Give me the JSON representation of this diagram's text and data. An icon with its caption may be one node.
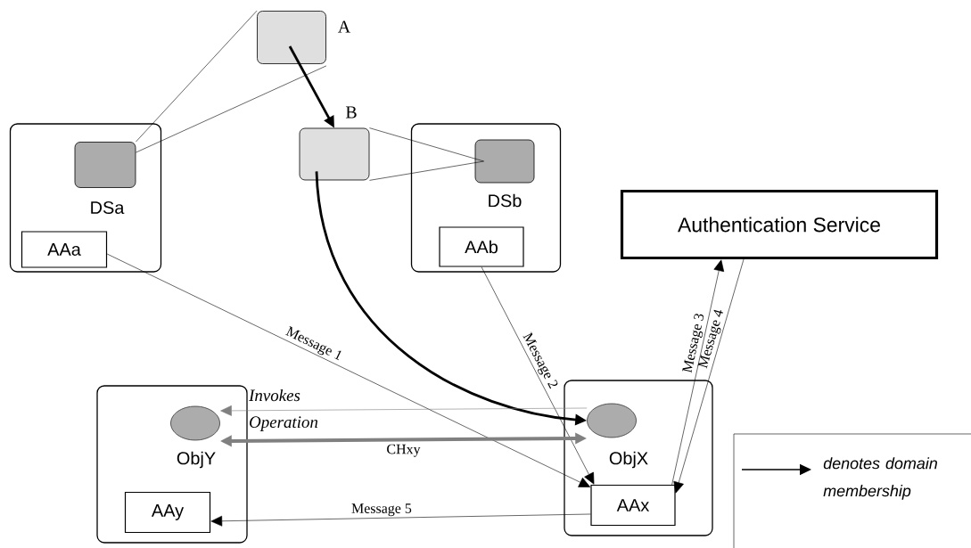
{
  "diagram": {
    "nodes": [
      {
        "text": [
          "A"
        ]
      },
      {
        "text": [
          "B"
        ]
      },
      {
        "text": [],
        "shape": "box"
      },
      {
        "text": [
          "DSa"
        ],
        "in": 2
      },
      {
        "text": [
          "AAa"
        ],
        "in": 2
      },
      {
        "text": [],
        "shape": "box"
      },
      {
        "text": [
          "DSb"
        ],
        "in": 5
      },
      {
        "text": [
          "AAb"
        ],
        "in": 5
      },
      {
        "text": [
          "Authentication Service"
        ]
      },
      {
        "text": [],
        "shape": "box"
      },
      {
        "text": [
          "ObjY"
        ],
        "in": 9
      },
      {
        "text": [
          "AAy"
        ],
        "in": 9
      },
      {
        "text": [],
        "shape": "box"
      },
      {
        "text": [
          "ObjX"
        ],
        "in": 12
      },
      {
        "text": [
          "AAx"
        ],
        "in": 12
      }
    ],
    "edges": [
      {
        "from": 0,
        "to": 1,
        "arrow": "to",
        "style": "thick"
      },
      {
        "from": 0,
        "to": 3,
        "arrow": "none"
      },
      {
        "from": 0,
        "to": 3,
        "arrow": "none"
      },
      {
        "from": 1,
        "to": 6,
        "arrow": "none"
      },
      {
        "from": 1,
        "to": 6,
        "arrow": "none"
      },
      {
        "from": 1,
        "to": 13,
        "arrow": "to",
        "style": "thick"
      },
      {
        "from": 4,
        "to": 14,
        "arrow": "to",
        "label": "Message 1"
      },
      {
        "from": 7,
        "to": 14,
        "arrow": "to",
        "label": "Message 2"
      },
      {
        "from": 14,
        "to": 8,
        "arrow": "to",
        "label": "Message 3"
      },
      {
        "from": 8,
        "to": 14,
        "arrow": "to",
        "label": "Message 4"
      },
      {
        "from": 14,
        "to": 11,
        "arrow": "to",
        "label": "Message 5"
      },
      {
        "from": 13,
        "to": 10,
        "arrow": "to",
        "label": "Invokes Operation",
        "color": "#808080"
      },
      {
        "from": 10,
        "to": 13,
        "arrow": "both",
        "label": "CHxy",
        "style": "thick",
        "color": "#808080"
      }
    ],
    "legend": [
      {
        "text": "denotes domain membership"
      }
    ]
  }
}
